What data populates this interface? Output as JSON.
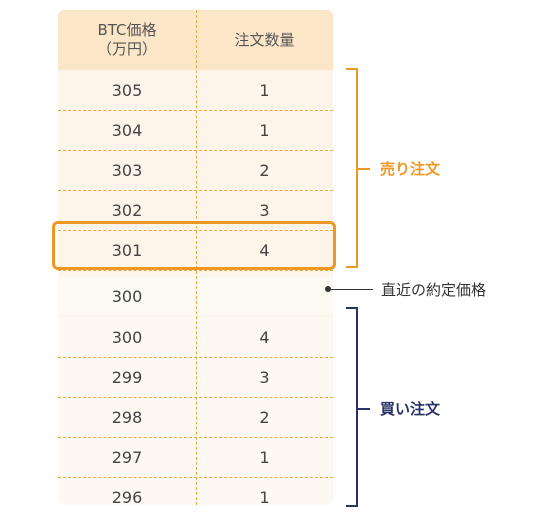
{
  "header": {
    "price_title": "BTC価格",
    "price_unit": "（万円）",
    "qty_title": "注文数量"
  },
  "rows": [
    {
      "price": "305",
      "qty": "1"
    },
    {
      "price": "304",
      "qty": "1"
    },
    {
      "price": "303",
      "qty": "2"
    },
    {
      "price": "302",
      "qty": "3"
    },
    {
      "price": "301",
      "qty": "4"
    },
    {
      "price": "300",
      "qty": ""
    },
    {
      "price": "300",
      "qty": "4"
    },
    {
      "price": "299",
      "qty": "3"
    },
    {
      "price": "298",
      "qty": "2"
    },
    {
      "price": "297",
      "qty": "1"
    },
    {
      "price": "296",
      "qty": "1"
    }
  ],
  "annotations": {
    "sell_label": "売り注文",
    "buy_label": "買い注文",
    "last_price_label": "直近の約定価格"
  },
  "colors": {
    "sell_accent": "#ee9722",
    "buy_accent": "#2a3165",
    "header_bg": "#fbe7c7",
    "row_bg": "#fdf6ec"
  }
}
